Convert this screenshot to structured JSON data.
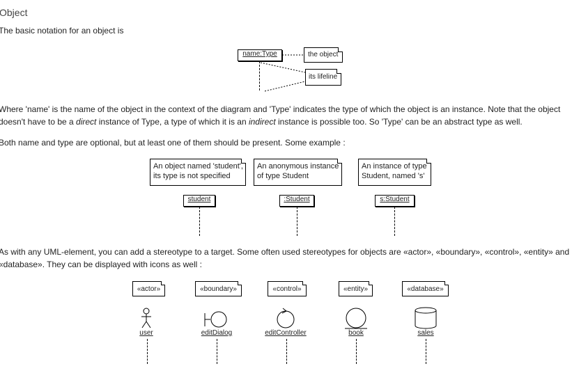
{
  "heading": "Object",
  "intro": "The basic notation for an object is",
  "diagram1": {
    "object_label": "name:Type",
    "note_object": "the object",
    "note_lifeline": "its lifeline"
  },
  "para2": {
    "line1_a": "Where 'name' is the name of the object in the context of the diagram and 'Type' indicates the type of which the object is an instance. Note that the object",
    "line2_a": "doesn't have to be a ",
    "line2_direct": "direct",
    "line2_b": " instance of Type, a type of which it is an ",
    "line2_indirect": "indirect",
    "line2_c": " instance is possible too. So 'Type' can be an abstract type as well."
  },
  "para3": "Both name and type are optional, but at least one of them should be present. Some example :",
  "examples": [
    {
      "note_line1": "An object named 'student',",
      "note_line2": "its type is not specified",
      "label": "student"
    },
    {
      "note_line1": "An anonymous instance",
      "note_line2": "of type Student",
      "label": ":Student"
    },
    {
      "note_line1": "An instance of type",
      "note_line2": "Student, named 's'",
      "label": "s:Student"
    }
  ],
  "para4": {
    "line1": "As with any UML-element, you can add a stereotype to a target. Some often used stereotypes for objects are «actor», «boundary», «control», «entity» and",
    "line2": "«database». They can be displayed with icons as well :"
  },
  "stereotypes": [
    {
      "stereo": "«actor»",
      "label": "user",
      "icon": "actor-icon"
    },
    {
      "stereo": "«boundary»",
      "label": "editDialog",
      "icon": "boundary-icon"
    },
    {
      "stereo": "«control»",
      "label": "editController",
      "icon": "control-icon"
    },
    {
      "stereo": "«entity»",
      "label": "book",
      "icon": "entity-icon"
    },
    {
      "stereo": "«database»",
      "label": "sales",
      "icon": "database-icon"
    }
  ]
}
